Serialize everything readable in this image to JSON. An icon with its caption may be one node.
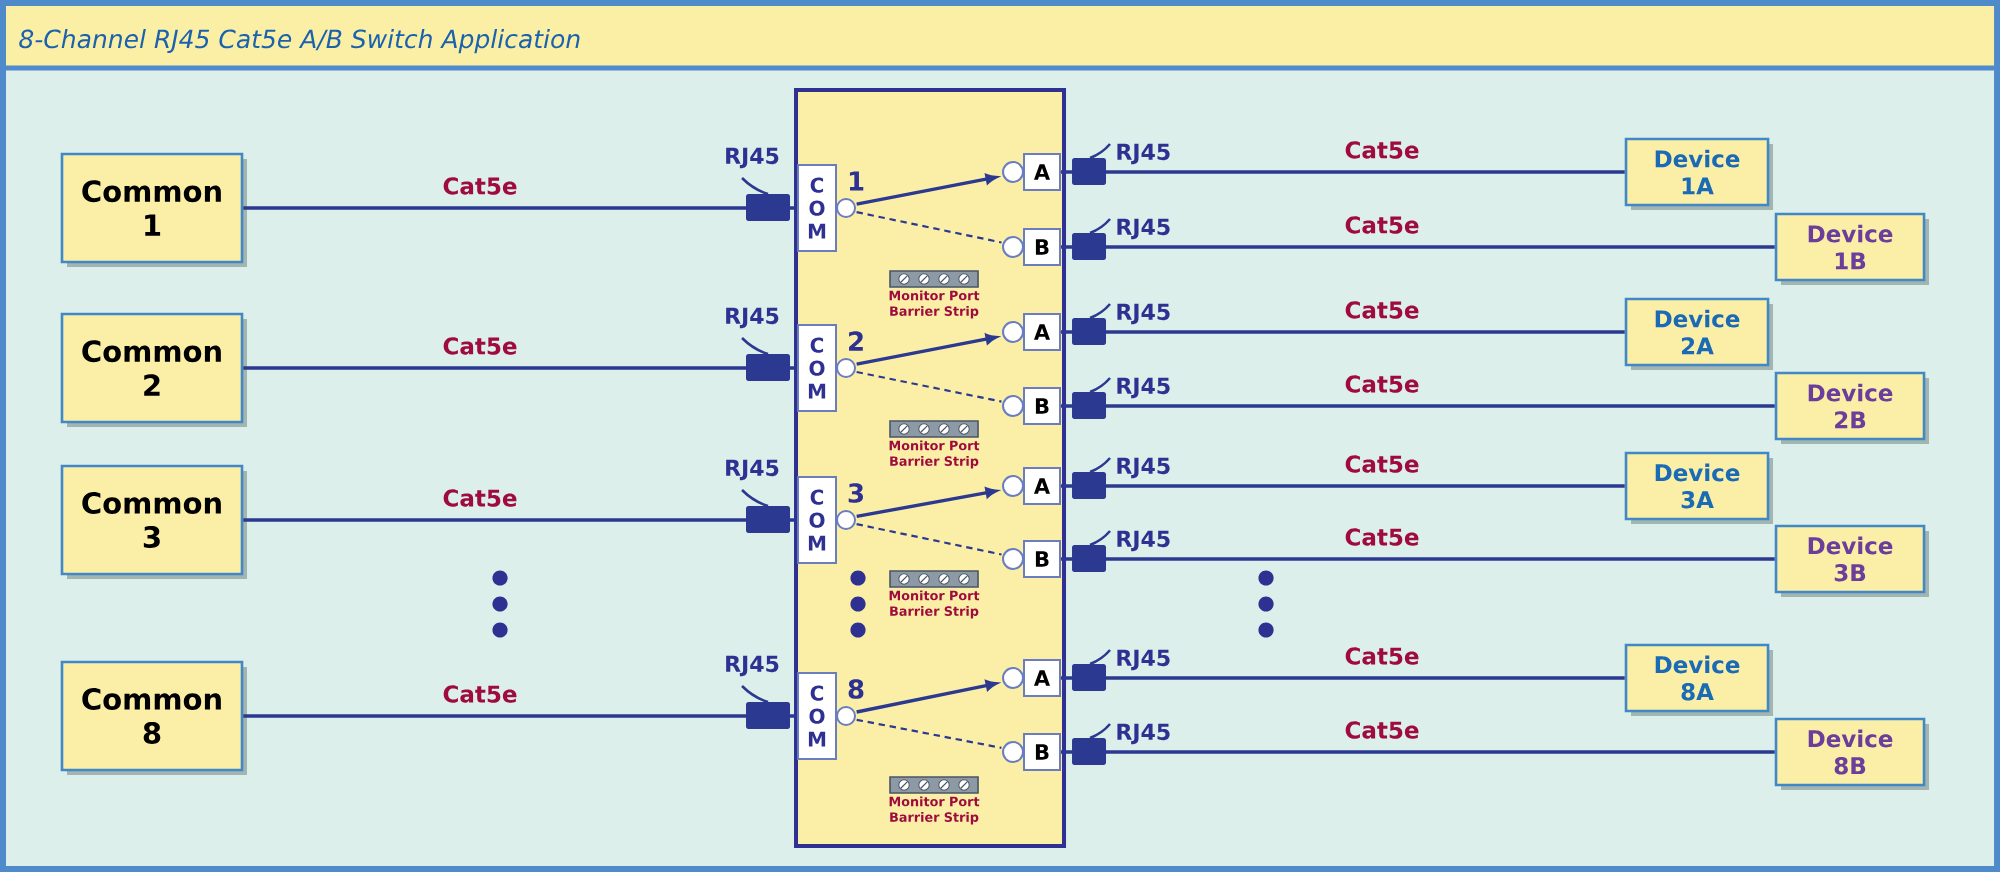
{
  "diagram": {
    "title": "8-Channel RJ45 Cat5e A/B Switch Application",
    "nodes": [
      {
        "text": [],
        "shape": "box"
      },
      {
        "text": [
          "Common 1"
        ]
      },
      {
        "text": [
          "Common 2"
        ]
      },
      {
        "text": [
          "Common 3"
        ]
      },
      {
        "text": [
          "Common 8"
        ]
      },
      {
        "text": [
          "COM"
        ],
        "in": 0,
        "beside": [
          "1"
        ]
      },
      {
        "text": [
          "A"
        ],
        "in": 0
      },
      {
        "text": [
          "B"
        ],
        "in": 0
      },
      {
        "text": [
          "COM"
        ],
        "in": 0,
        "beside": [
          "2"
        ]
      },
      {
        "text": [
          "A"
        ],
        "in": 0
      },
      {
        "text": [
          "B"
        ],
        "in": 0
      },
      {
        "text": [
          "COM"
        ],
        "in": 0,
        "beside": [
          "3"
        ]
      },
      {
        "text": [
          "A"
        ],
        "in": 0
      },
      {
        "text": [
          "B"
        ],
        "in": 0
      },
      {
        "text": [
          "COM"
        ],
        "in": 0,
        "beside": [
          "8"
        ]
      },
      {
        "text": [
          "A"
        ],
        "in": 0
      },
      {
        "text": [
          "B"
        ],
        "in": 0
      },
      {
        "text": [
          "Device 1A"
        ]
      },
      {
        "text": [
          "Device 1B"
        ]
      },
      {
        "text": [
          "Device 2A"
        ]
      },
      {
        "text": [
          "Device 2B"
        ]
      },
      {
        "text": [
          "Device 3A"
        ]
      },
      {
        "text": [
          "Device 3B"
        ]
      },
      {
        "text": [
          "Device 8A"
        ]
      },
      {
        "text": [
          "Device 8B"
        ]
      }
    ],
    "edges": [
      {
        "from": 1,
        "to": 5,
        "label": "Cat5e",
        "arrow": "none"
      },
      {
        "from": 5,
        "to": 6,
        "arrow": "to"
      },
      {
        "from": 5,
        "to": 7,
        "arrow": "none",
        "style": "dashed"
      },
      {
        "from": 6,
        "to": 17,
        "label": "Cat5e",
        "arrow": "none"
      },
      {
        "from": 7,
        "to": 18,
        "label": "Cat5e",
        "arrow": "none"
      },
      {
        "from": 2,
        "to": 8,
        "label": "Cat5e",
        "arrow": "none"
      },
      {
        "from": 8,
        "to": 9,
        "arrow": "to"
      },
      {
        "from": 8,
        "to": 10,
        "arrow": "none",
        "style": "dashed"
      },
      {
        "from": 9,
        "to": 19,
        "label": "Cat5e",
        "arrow": "none"
      },
      {
        "from": 10,
        "to": 20,
        "label": "Cat5e",
        "arrow": "none"
      },
      {
        "from": 3,
        "to": 11,
        "label": "Cat5e",
        "arrow": "none"
      },
      {
        "from": 11,
        "to": 12,
        "arrow": "to"
      },
      {
        "from": 11,
        "to": 13,
        "arrow": "none",
        "style": "dashed"
      },
      {
        "from": 12,
        "to": 21,
        "label": "Cat5e",
        "arrow": "none"
      },
      {
        "from": 13,
        "to": 22,
        "label": "Cat5e",
        "arrow": "none"
      },
      {
        "from": 4,
        "to": 14,
        "label": "Cat5e",
        "arrow": "none"
      },
      {
        "from": 14,
        "to": 15,
        "arrow": "to"
      },
      {
        "from": 14,
        "to": 16,
        "arrow": "none",
        "style": "dashed"
      },
      {
        "from": 15,
        "to": 23,
        "label": "Cat5e",
        "arrow": "none"
      },
      {
        "from": 16,
        "to": 24,
        "label": "Cat5e",
        "arrow": "none"
      }
    ],
    "labels": [
      "RJ45",
      "RJ45",
      "RJ45",
      "Monitor Port Barrier Strip",
      "RJ45",
      "RJ45",
      "RJ45",
      "Monitor Port Barrier Strip",
      "RJ45",
      "RJ45",
      "RJ45",
      "Monitor Port Barrier Strip",
      "RJ45",
      "RJ45",
      "RJ45",
      "Monitor Port Barrier Strip"
    ]
  }
}
